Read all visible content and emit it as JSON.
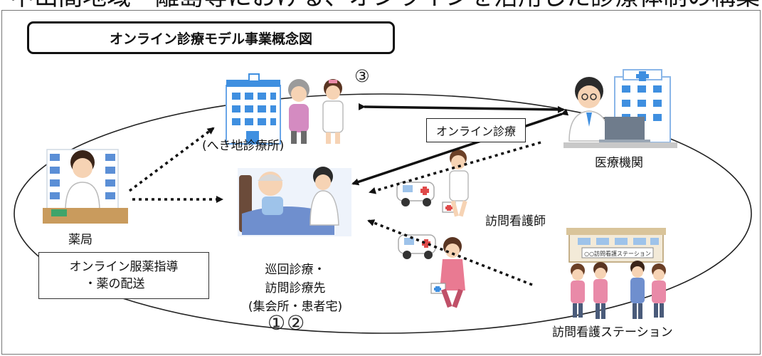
{
  "top_heading": "中山間地域・離島等における、オンラインを活用した診療体制の構築",
  "title": "オンライン診療モデル事業概念図",
  "badge_3": "③",
  "badge_12": "①②",
  "labels": {
    "clinic": "(へき地診療所)",
    "hospital": "医療機関",
    "visiting_nurse": "訪問看護師",
    "pharmacy": "薬局",
    "station": "訪問看護ステーション",
    "station_sign": "○○訪問看護ステーション"
  },
  "online_box": "オンライン診療",
  "pharmacy_box": {
    "line1": "オンライン服薬指導",
    "line2": "・薬の配送"
  },
  "destination": {
    "line1": "巡回診療・",
    "line2": "訪問診療先",
    "line3": "(集会所・患者宅)"
  },
  "colors": {
    "clinic_blue": "#3f8fe0",
    "nurse_pink": "#e98aa8",
    "bed_blue": "#6f8fce",
    "skin": "#f6d3b4"
  }
}
